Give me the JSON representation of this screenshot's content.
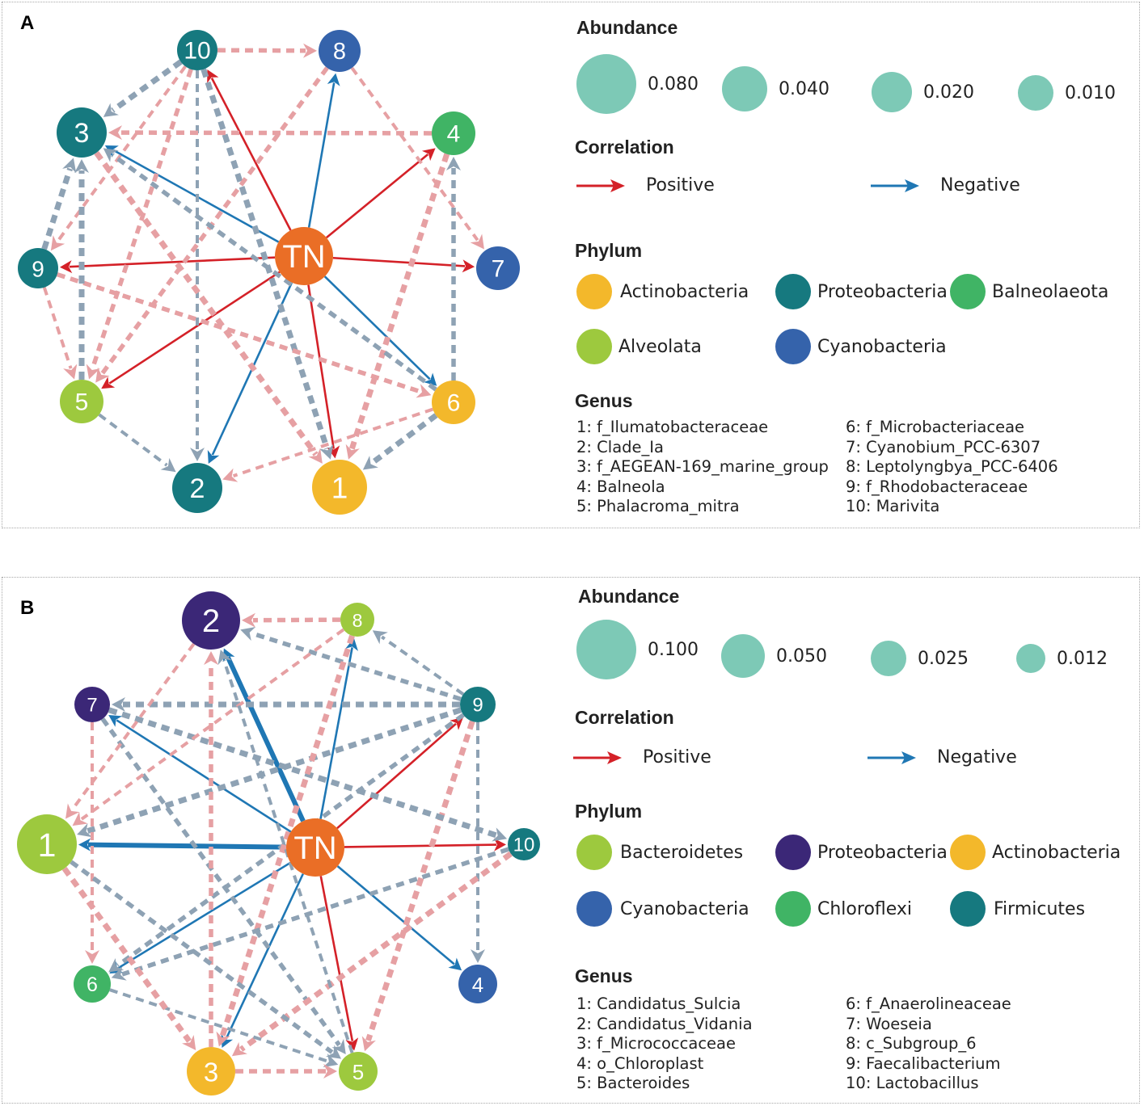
{
  "panels": [
    {
      "letter": "A",
      "abundance": {
        "title": "Abundance",
        "items": [
          {
            "label": "0.080",
            "value": 0.08
          },
          {
            "label": "0.040",
            "value": 0.04
          },
          {
            "label": "0.020",
            "value": 0.02
          },
          {
            "label": "0.010",
            "value": 0.01
          }
        ]
      },
      "correlation": {
        "title": "Correlation",
        "positive": {
          "label": "Positive",
          "color": "#d42128"
        },
        "negative": {
          "label": "Negative",
          "color": "#1f77b4"
        }
      },
      "phylum": {
        "title": "Phylum",
        "items": [
          {
            "label": "Actinobacteria",
            "color": "#f3b82b"
          },
          {
            "label": "Proteobacteria",
            "color": "#16797f"
          },
          {
            "label": "Balneolaeota",
            "color": "#40b465"
          },
          {
            "label": "Alveolata",
            "color": "#9dc93e"
          },
          {
            "label": "Cyanobacteria",
            "color": "#3563ab"
          }
        ]
      },
      "genus": {
        "title": "Genus",
        "items": [
          "1: f_Ilumatobacteraceae",
          "2: Clade_Ia",
          "3: f_AEGEAN-169_marine_group",
          "4: Balneola",
          "5: Phalacroma_mitra",
          "6: f_Microbacteriaceae",
          "7: Cyanobium_PCC-6307",
          "8: Leptolyngbya_PCC-6406",
          "9: f_Rhodobacteraceae",
          "10: Marivita"
        ]
      },
      "network": {
        "nodes": [
          {
            "id": "TN",
            "label": "TN",
            "color": "#ea6e26"
          },
          {
            "id": "1",
            "label": "1",
            "color": "#f3b82b"
          },
          {
            "id": "2",
            "label": "2",
            "color": "#16797f"
          },
          {
            "id": "3",
            "label": "3",
            "color": "#16797f"
          },
          {
            "id": "4",
            "label": "4",
            "color": "#40b465"
          },
          {
            "id": "5",
            "label": "5",
            "color": "#9dc93e"
          },
          {
            "id": "6",
            "label": "6",
            "color": "#f3b82b"
          },
          {
            "id": "7",
            "label": "7",
            "color": "#3563ab"
          },
          {
            "id": "8",
            "label": "8",
            "color": "#3563ab"
          },
          {
            "id": "9",
            "label": "9",
            "color": "#16797f"
          },
          {
            "id": "10",
            "label": "10",
            "color": "#16797f"
          }
        ],
        "edges": [
          {
            "from": "TN",
            "to": "10",
            "sign": "pos",
            "dashed": false
          },
          {
            "from": "TN",
            "to": "8",
            "sign": "neg",
            "dashed": false
          },
          {
            "from": "TN",
            "to": "4",
            "sign": "pos",
            "dashed": false
          },
          {
            "from": "TN",
            "to": "3",
            "sign": "neg",
            "dashed": false
          },
          {
            "from": "TN",
            "to": "9",
            "sign": "pos",
            "dashed": false
          },
          {
            "from": "TN",
            "to": "7",
            "sign": "pos",
            "dashed": false
          },
          {
            "from": "TN",
            "to": "5",
            "sign": "pos",
            "dashed": false
          },
          {
            "from": "TN",
            "to": "6",
            "sign": "neg",
            "dashed": false
          },
          {
            "from": "TN",
            "to": "2",
            "sign": "neg",
            "dashed": false
          },
          {
            "from": "TN",
            "to": "1",
            "sign": "pos",
            "dashed": false
          },
          {
            "from": "10",
            "to": "8",
            "sign": "pos",
            "dashed": true
          },
          {
            "from": "10",
            "to": "3",
            "sign": "neg",
            "dashed": true
          },
          {
            "from": "10",
            "to": "2",
            "sign": "neg",
            "dashed": true
          },
          {
            "from": "10",
            "to": "5",
            "sign": "pos",
            "dashed": true
          },
          {
            "from": "10",
            "to": "1",
            "sign": "neg",
            "dashed": true
          },
          {
            "from": "10",
            "to": "9",
            "sign": "pos",
            "dashed": true
          },
          {
            "from": "4",
            "to": "3",
            "sign": "pos",
            "dashed": true
          },
          {
            "from": "4",
            "to": "1",
            "sign": "pos",
            "dashed": true
          },
          {
            "from": "8",
            "to": "7",
            "sign": "pos",
            "dashed": true
          },
          {
            "from": "8",
            "to": "5",
            "sign": "pos",
            "dashed": true
          },
          {
            "from": "9",
            "to": "3",
            "sign": "neg",
            "dashed": true
          },
          {
            "from": "9",
            "to": "5",
            "sign": "pos",
            "dashed": true
          },
          {
            "from": "9",
            "to": "6",
            "sign": "pos",
            "dashed": true
          },
          {
            "from": "5",
            "to": "3",
            "sign": "neg",
            "dashed": true
          },
          {
            "from": "5",
            "to": "2",
            "sign": "neg",
            "dashed": true
          },
          {
            "from": "6",
            "to": "4",
            "sign": "neg",
            "dashed": true
          },
          {
            "from": "6",
            "to": "1",
            "sign": "neg",
            "dashed": true
          },
          {
            "from": "6",
            "to": "2",
            "sign": "pos",
            "dashed": true
          },
          {
            "from": "6",
            "to": "3",
            "sign": "neg",
            "dashed": true
          },
          {
            "from": "3",
            "to": "1",
            "sign": "pos",
            "dashed": true
          }
        ]
      }
    },
    {
      "letter": "B",
      "abundance": {
        "title": "Abundance",
        "items": [
          {
            "label": "0.100",
            "value": 0.1
          },
          {
            "label": "0.050",
            "value": 0.05
          },
          {
            "label": "0.025",
            "value": 0.025
          },
          {
            "label": "0.012",
            "value": 0.012
          }
        ]
      },
      "correlation": {
        "title": "Correlation",
        "positive": {
          "label": "Positive",
          "color": "#d42128"
        },
        "negative": {
          "label": "Negative",
          "color": "#1f77b4"
        }
      },
      "phylum": {
        "title": "Phylum",
        "items": [
          {
            "label": "Bacteroidetes",
            "color": "#9dc93e"
          },
          {
            "label": "Proteobacteria",
            "color": "#3b2777"
          },
          {
            "label": "Actinobacteria",
            "color": "#f3b82b"
          },
          {
            "label": "Cyanobacteria",
            "color": "#3563ab"
          },
          {
            "label": "Chloroflexi",
            "color": "#40b465"
          },
          {
            "label": "Firmicutes",
            "color": "#16797f"
          }
        ]
      },
      "genus": {
        "title": "Genus",
        "items": [
          "1: Candidatus_Sulcia",
          "2: Candidatus_Vidania",
          "3: f_Micrococcaceae",
          "4: o_Chloroplast",
          "5: Bacteroides",
          "6: f_Anaerolineaceae",
          "7: Woeseia",
          "8: c_Subgroup_6",
          "9: Faecalibacterium",
          "10: Lactobacillus"
        ]
      },
      "network": {
        "nodes": [
          {
            "id": "TN",
            "label": "TN",
            "color": "#ea6e26"
          },
          {
            "id": "1",
            "label": "1",
            "color": "#9dc93e"
          },
          {
            "id": "2",
            "label": "2",
            "color": "#3b2777"
          },
          {
            "id": "3",
            "label": "3",
            "color": "#f3b82b"
          },
          {
            "id": "4",
            "label": "4",
            "color": "#3563ab"
          },
          {
            "id": "5",
            "label": "5",
            "color": "#9dc93e"
          },
          {
            "id": "6",
            "label": "6",
            "color": "#40b465"
          },
          {
            "id": "7",
            "label": "7",
            "color": "#3b2777"
          },
          {
            "id": "8",
            "label": "8",
            "color": "#9dc93e"
          },
          {
            "id": "9",
            "label": "9",
            "color": "#16797f"
          },
          {
            "id": "10",
            "label": "10",
            "color": "#16797f"
          }
        ],
        "edges": [
          {
            "from": "TN",
            "to": "1",
            "sign": "neg",
            "dashed": false
          },
          {
            "from": "TN",
            "to": "2",
            "sign": "neg",
            "dashed": false
          },
          {
            "from": "TN",
            "to": "8",
            "sign": "neg",
            "dashed": false
          },
          {
            "from": "TN",
            "to": "9",
            "sign": "pos",
            "dashed": false
          },
          {
            "from": "TN",
            "to": "10",
            "sign": "pos",
            "dashed": false
          },
          {
            "from": "TN",
            "to": "5",
            "sign": "pos",
            "dashed": false
          },
          {
            "from": "TN",
            "to": "4",
            "sign": "neg",
            "dashed": false
          },
          {
            "from": "TN",
            "to": "3",
            "sign": "neg",
            "dashed": false
          },
          {
            "from": "TN",
            "to": "6",
            "sign": "neg",
            "dashed": false
          },
          {
            "from": "TN",
            "to": "7",
            "sign": "neg",
            "dashed": false
          },
          {
            "from": "8",
            "to": "2",
            "sign": "pos",
            "dashed": true
          },
          {
            "from": "9",
            "to": "7",
            "sign": "neg",
            "dashed": true
          },
          {
            "from": "9",
            "to": "8",
            "sign": "neg",
            "dashed": true
          },
          {
            "from": "9",
            "to": "2",
            "sign": "neg",
            "dashed": true
          },
          {
            "from": "9",
            "to": "5",
            "sign": "pos",
            "dashed": true
          },
          {
            "from": "9",
            "to": "4",
            "sign": "neg",
            "dashed": true
          },
          {
            "from": "9",
            "to": "6",
            "sign": "neg",
            "dashed": true
          },
          {
            "from": "9",
            "to": "1",
            "sign": "neg",
            "dashed": true
          },
          {
            "from": "7",
            "to": "6",
            "sign": "pos",
            "dashed": true
          },
          {
            "from": "7",
            "to": "5",
            "sign": "neg",
            "dashed": true
          },
          {
            "from": "7",
            "to": "10",
            "sign": "neg",
            "dashed": true
          },
          {
            "from": "2",
            "to": "1",
            "sign": "pos",
            "dashed": true
          },
          {
            "from": "3",
            "to": "2",
            "sign": "pos",
            "dashed": true
          },
          {
            "from": "8",
            "to": "3",
            "sign": "pos",
            "dashed": true
          },
          {
            "from": "8",
            "to": "1",
            "sign": "pos",
            "dashed": true
          },
          {
            "from": "10",
            "to": "6",
            "sign": "neg",
            "dashed": true
          },
          {
            "from": "10",
            "to": "3",
            "sign": "pos",
            "dashed": true
          },
          {
            "from": "6",
            "to": "5",
            "sign": "neg",
            "dashed": true
          },
          {
            "from": "1",
            "to": "5",
            "sign": "neg",
            "dashed": true
          },
          {
            "from": "1",
            "to": "3",
            "sign": "pos",
            "dashed": true
          },
          {
            "from": "5",
            "to": "2",
            "sign": "neg",
            "dashed": true
          },
          {
            "from": "3",
            "to": "5",
            "sign": "pos",
            "dashed": true
          }
        ]
      }
    }
  ]
}
